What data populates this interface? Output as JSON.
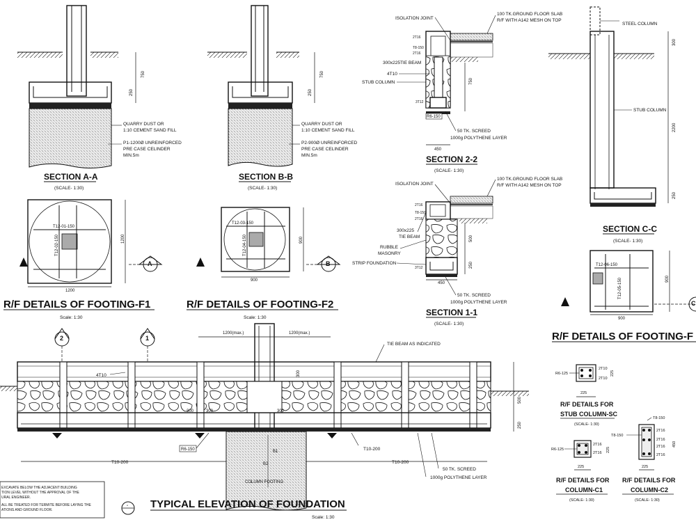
{
  "sections": {
    "aa_title": "SECTION  A-A",
    "aa_scale": "(SCALE- 1:30)",
    "bb_title": "SECTION  B-B",
    "bb_scale": "(SCALE- 1:30)",
    "s22_title": "SECTION  2-2",
    "s22_scale": "(SCALE- 1:30)",
    "s11_title": "SECTION  1-1",
    "s11_scale": "(SCALE- 1:30)",
    "cc_title": "SECTION  C-C",
    "cc_scale": "(SCALE- 1:30)"
  },
  "footing_titles": {
    "f1": "R/F DETAILS OF FOOTING-F1",
    "f1_scale": "Scale: 1:30",
    "f2": "R/F DETAILS OF FOOTING-F2",
    "f2_scale": "Scale: 1:30",
    "f3": "R/F DETAILS OF FOOTING-F"
  },
  "labels": {
    "quarry1a": "QUARRY DUST OR",
    "quarry1b": "1:10 CEMENT SAND FILL",
    "p1a": "P1-1200Ø UNREINFORCED",
    "p1b": "PRE CASE CELINDER",
    "p1c": "MIN.5m",
    "quarry2a": "QUARRY DUST OR",
    "quarry2b": "1:10 CEMENT SAND FILL",
    "p2a": "P2-900Ø UNREINFORCED",
    "p2b": "PRE CASE CELINDER",
    "p2c": "MIN.5m",
    "iso1": "ISOLATION JOINT",
    "slab1a": "100 TK.GROUND FLOOR SLAB",
    "slab1b": "R/F WITH A142 MESH ON TOP",
    "tie1": "300x225TIE BEAM",
    "t4t10": "4T10",
    "stub": "STUB COLUMN",
    "screed1": "50 TK. SCREED",
    "poly1": "1000g POLYTHENE LAYER",
    "iso2": "ISOLATION JOINT",
    "slab2a": "100 TK.GROUND FLOOR SLAB",
    "slab2b": "R/F WITH A142 MESH ON TOP",
    "tie2a": "300x225",
    "tie2b": "TIE BEAM",
    "rubble_a": "RUBBLE",
    "rubble_b": "MASONRY",
    "strip": "STRIP FOUNDATION",
    "screed2": "50 TK. SCREED",
    "poly2": "1000g POLYTHENE LAYER",
    "steel_col": "STEEL COLUMN",
    "stub_col": "STUB COLUMN",
    "tie_beam_ind": "TIE BEAM AS INDICATED",
    "elev_4t10": "4T10",
    "r6_150": "R6-150",
    "t10_200a": "T10-200",
    "t10_200b": "T10-200",
    "t10_200c": "T10-200",
    "screed3": "50 TK. SCREED",
    "poly3": "1000g POLYTHENE LAYER",
    "col_footing": "COLUMN FOOTING",
    "elev_title": "TYPICAL ELEVATION OF FOUNDATION",
    "elev_scale": "Scale: 1:30"
  },
  "notes": [
    "EXCAVATE BELOW THE ADJACENT BUILDING",
    "TION LEVEL WITHOUT THE APPROVAL OF THE",
    "URAL ENGINEER.",
    "ALL BE TREATED FOR TERMITE BEFORE LAYING THE",
    "ATIONS AND GROUND FLOOR."
  ],
  "rebar": {
    "f1_x": "T12-01-150",
    "f1_y": "T12-02-150",
    "f2_x": "T12-03-150",
    "f2_y": "T12-04-150",
    "f3_x": "T12-06-150",
    "f3_y": "T12-05-150",
    "t8_150a": "T8-150",
    "t8_150b": "T8-150",
    "t2t16a": "2T16",
    "t2t16b": "2T16",
    "t2t16c": "2T16",
    "t2t16d": "2T16",
    "t3t12a": "3T12",
    "t3t12b": "3T12",
    "r6_150a": "R6-150",
    "r6_150b": "R6-150"
  },
  "dims": {
    "aa_750": "750",
    "aa_250": "250",
    "bb_750": "750",
    "bb_250": "250",
    "f1_w": "1200",
    "f1_h": "1200",
    "f2_w": "900",
    "f2_h": "900",
    "s22_750": "750",
    "s22_450": "450",
    "s11_500": "500",
    "s11_250": "250",
    "s11_450": "450",
    "cc_300": "300",
    "cc_2200": "2200",
    "cc_250": "250",
    "f3_w": "900",
    "f3_h": "900",
    "e_1200a": "1200(max.)",
    "e_1200b": "1200(max.)",
    "e_300": "300",
    "e_500": "500",
    "e_250": "250",
    "e_300b": "300",
    "e_300c": "300",
    "e_300d": "300",
    "e_b1": "B1",
    "e_b2": "B2"
  },
  "markers": {
    "a": "A",
    "b": "B",
    "c": "C",
    "m2": "2",
    "m1": "1",
    "dash": "-"
  },
  "columns": {
    "sc_title1": "R/F DETAILS FOR",
    "sc_title2": "STUB COLUMN-SC",
    "sc_scale": "(SCALE- 1:30)",
    "sc_r6": "R6-125",
    "sc_2t10a": "2T10",
    "sc_2t10b": "2T10",
    "sc_225a": "225",
    "sc_225b": "225",
    "c1_title1": "R/F DETAILS FOR",
    "c1_title2": "COLUMN-C1",
    "c1_scale": "(SCALE- 1:30)",
    "c1_r6": "R6-125",
    "c1_2t16a": "2T16",
    "c1_2t16b": "2T16",
    "c1_225a": "225",
    "c1_225b": "225",
    "c2_title1": "R/F DETAILS FOR",
    "c2_title2": "COLUMN-C2",
    "c2_scale": "(SCALE- 1:30)",
    "c2_t8a": "T8-150",
    "c2_t8b": "T8-150",
    "c2_2t16a": "2T16",
    "c2_2t16b": "2T16",
    "c2_2t16c": "2T16",
    "c2_2t16d": "2T16",
    "c2_225": "225",
    "c2_450": "450"
  }
}
